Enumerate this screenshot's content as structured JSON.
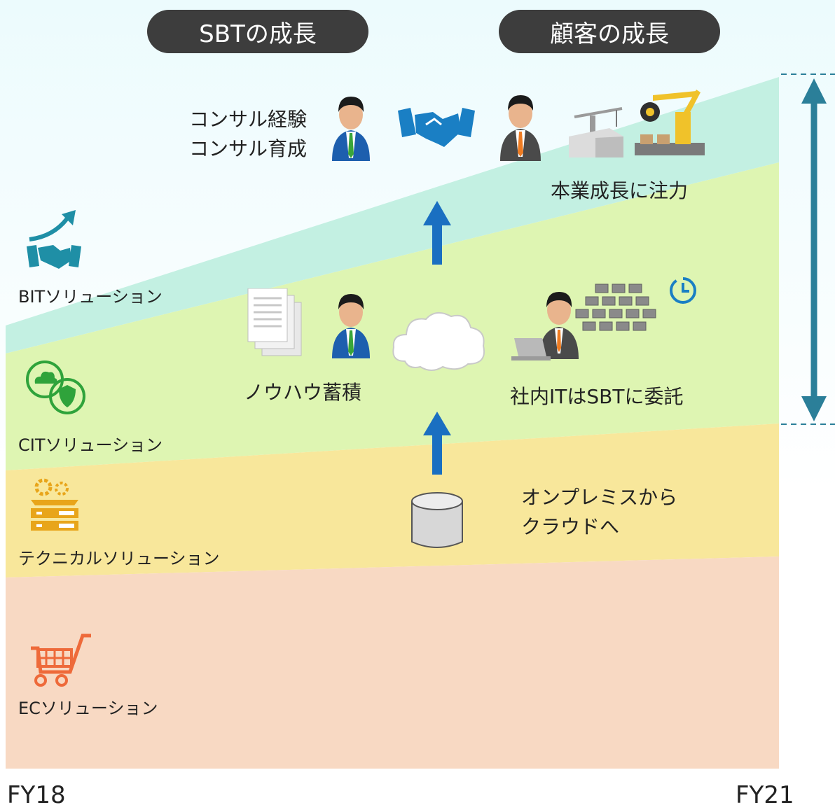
{
  "header": {
    "left_pill": "SBTの成長",
    "right_pill": "顧客の成長"
  },
  "left_column": {
    "bit_label": "BITソリューション",
    "cit_label": "CITソリューション",
    "tech_label": "テクニカルソリューション",
    "ec_label": "ECソリューション"
  },
  "top_row": {
    "consult_line1": "コンサル経験",
    "consult_line2": "コンサル育成",
    "core_business": "本業成長に注力"
  },
  "middle_row": {
    "knowhow": "ノウハウ蓄積",
    "outsourcing": "社内ITはSBTに委託"
  },
  "bottom_row": {
    "cloud_line1": "オンプレミスから",
    "cloud_line2": "クラウドへ"
  },
  "axis": {
    "start": "FY18",
    "end": "FY21"
  },
  "colors": {
    "bit_band": "#c3f0e2",
    "cit_band": "#def5b2",
    "tech_band": "#f8e79b",
    "ec_band": "#f8d9c3",
    "arrow_blue": "#1a6fc1",
    "span_arrow": "#2b7f99",
    "pill_bg": "#3d3d3d"
  },
  "icons": [
    "businessman-icon",
    "handshake-icon",
    "crane-building-icon",
    "robot-arm-icon",
    "growth-handshake-icon",
    "cloud-security-icon",
    "server-gears-icon",
    "documents-icon",
    "cloud-icon",
    "office-desks-icon",
    "clock-icon",
    "laptop-icon",
    "database-icon",
    "shopping-cart-icon"
  ]
}
